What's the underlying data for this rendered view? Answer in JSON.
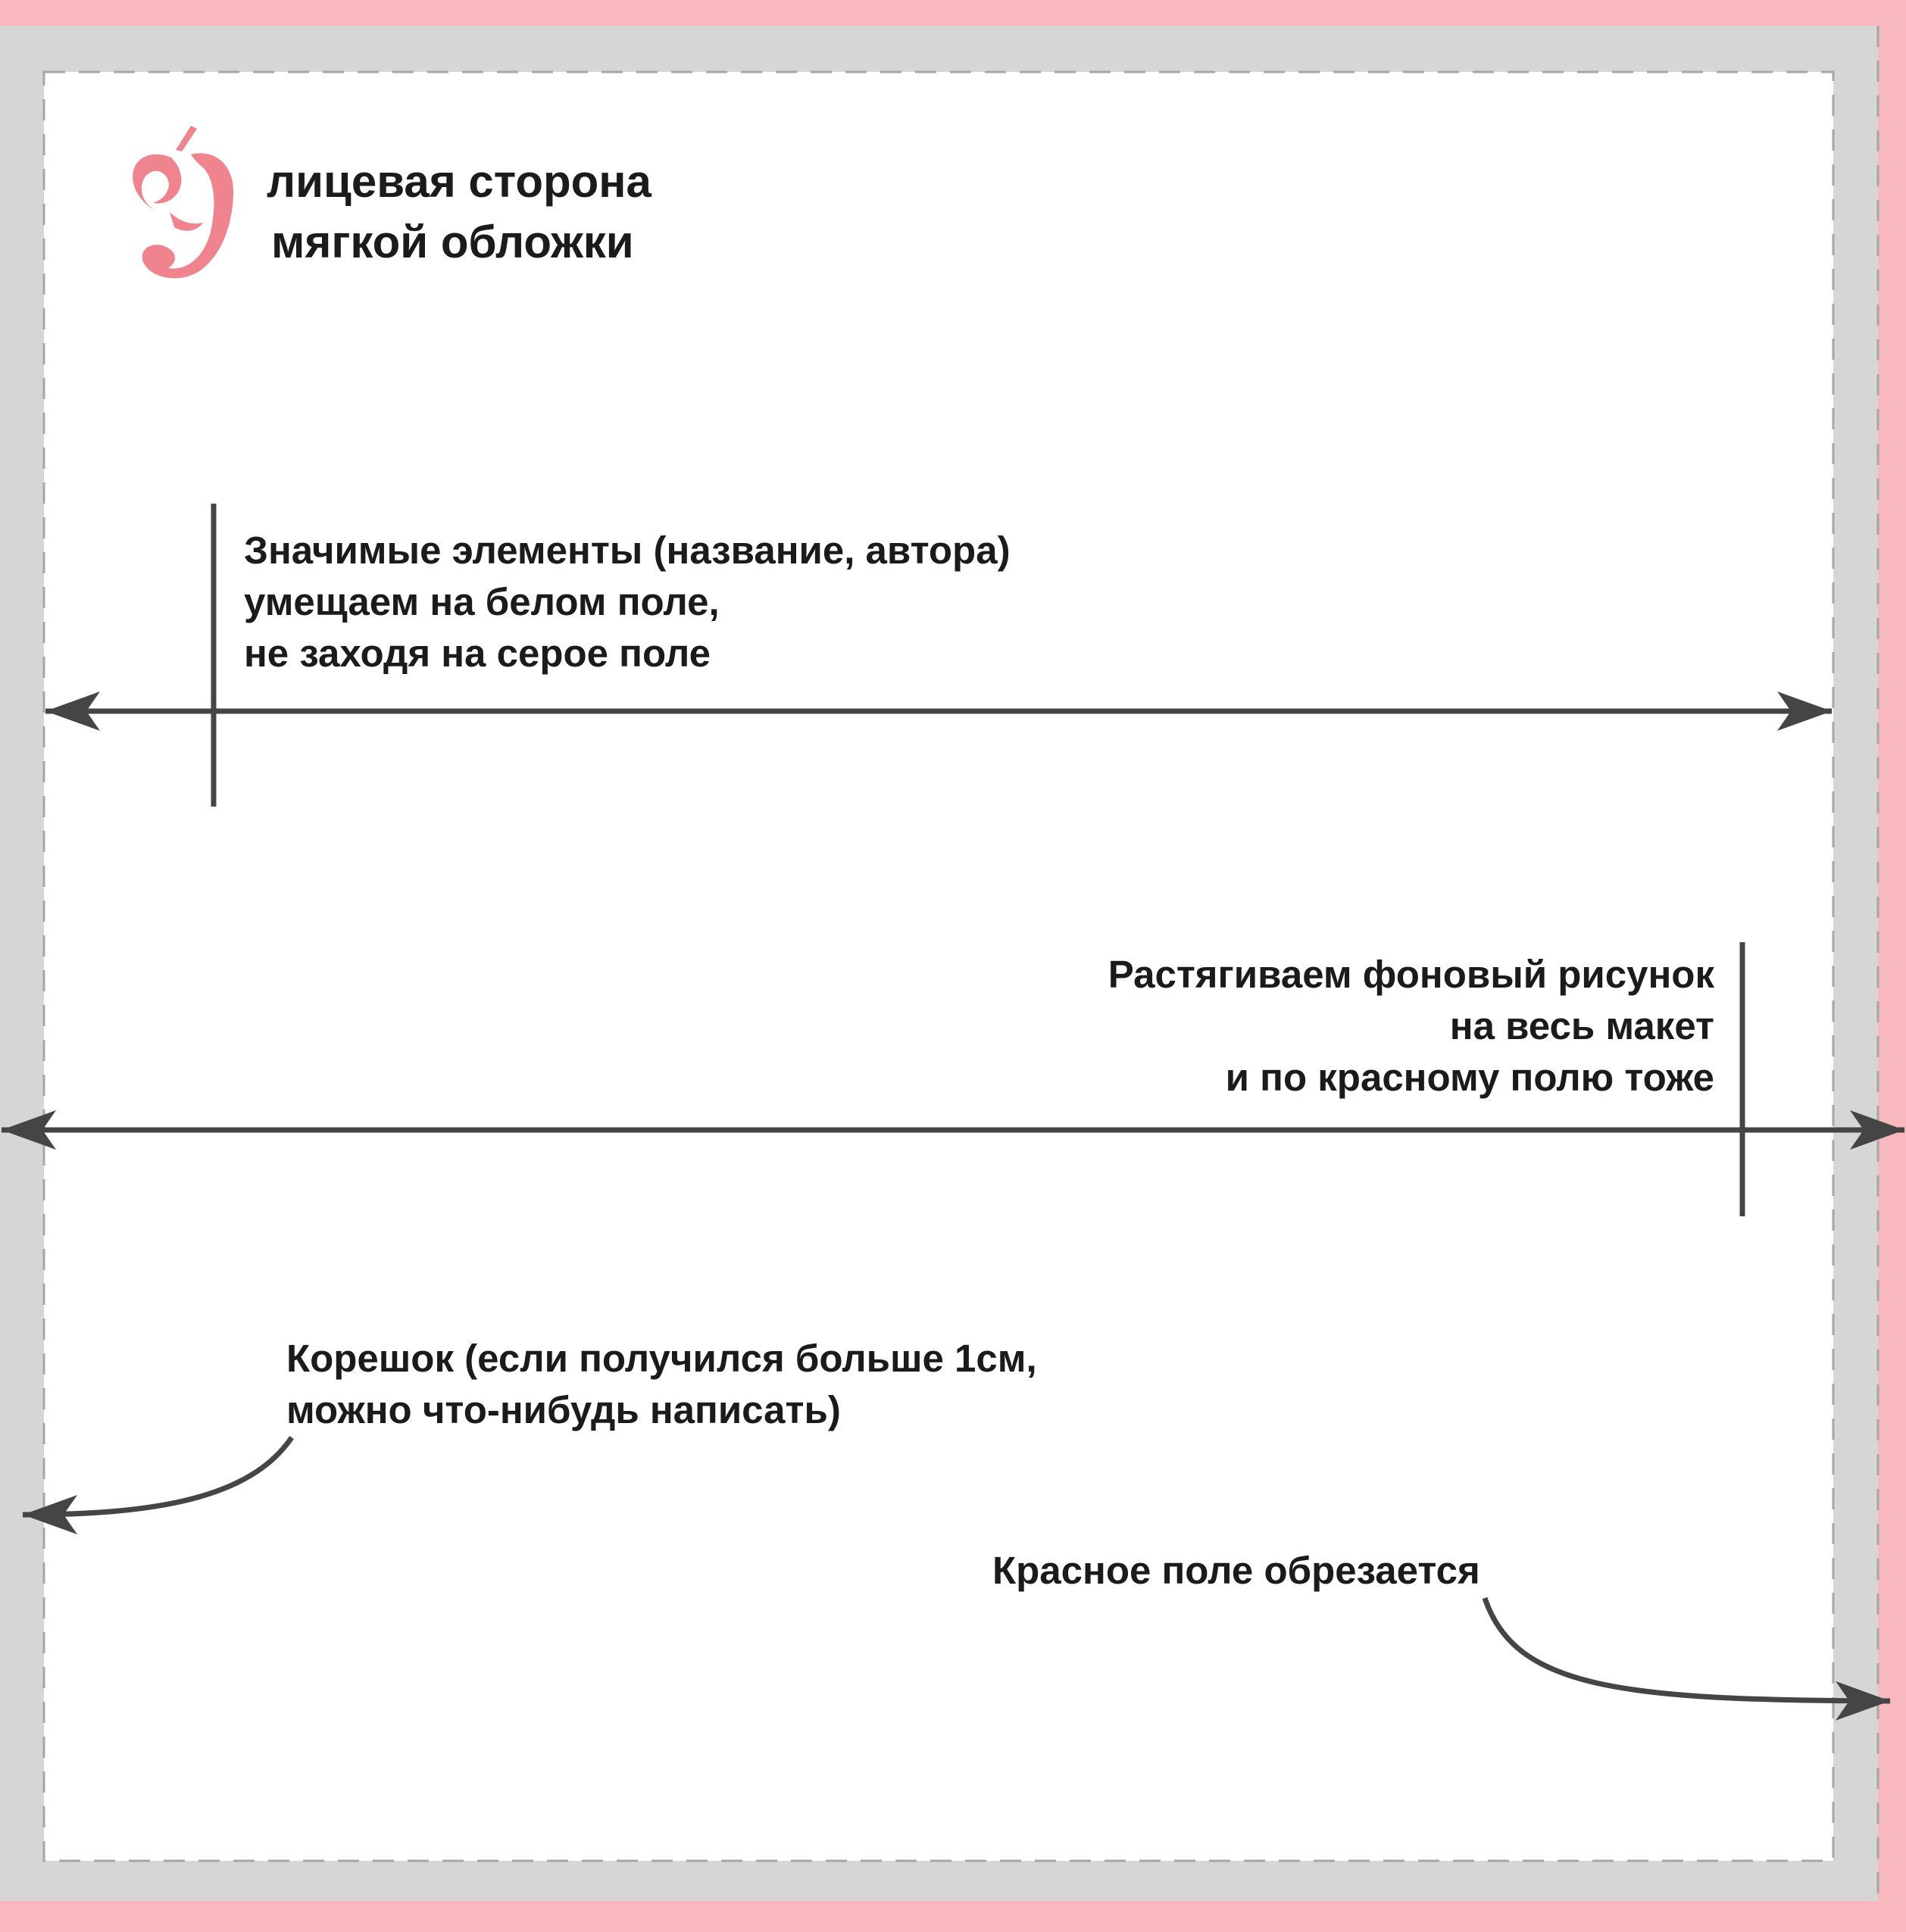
{
  "title": {
    "line1": "лицевая сторона",
    "line2": "мягкой обложки"
  },
  "notes": {
    "safe_zone": {
      "line1": "Значимые элементы (название, автора)",
      "line2": "умещаем на белом поле,",
      "line3": "не заходя на серое поле"
    },
    "background": {
      "line1": "Растягиваем фоновый рисунок",
      "line2": "на весь макет",
      "line3": "и по красному полю тоже"
    },
    "spine": {
      "line1": "Корешок (если получился больше 1см,",
      "line2": "можно что-нибудь написать)"
    },
    "trim": {
      "line1": "Красное поле обрезается"
    }
  },
  "colors": {
    "bleed": "#f8b8bd",
    "margin": "#d6d6d6",
    "safe": "#ffffff",
    "arrow": "#454545",
    "logo": "#f0848e"
  },
  "icons": {
    "logo": "stylized-letter-u-logo"
  }
}
